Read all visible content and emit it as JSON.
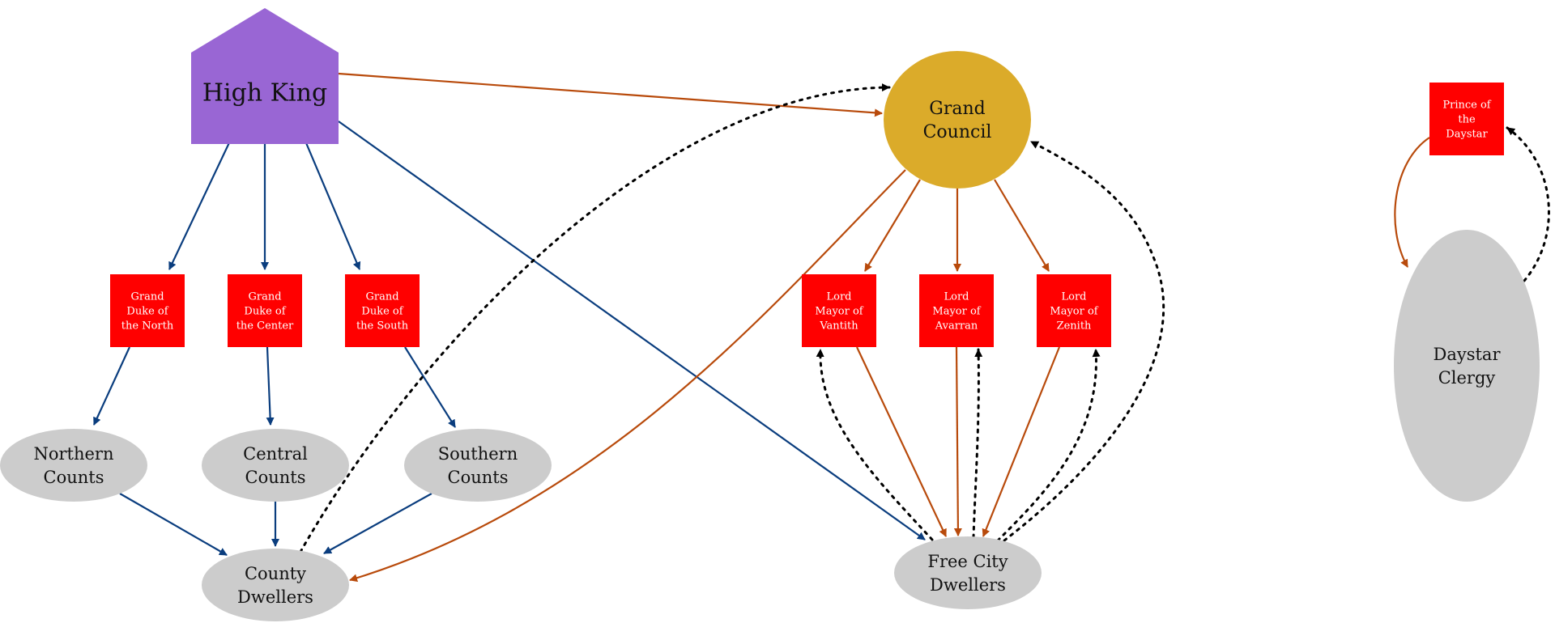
{
  "title": "Realm Hierarchy Diagram",
  "colors": {
    "royal": "#9966d4",
    "council": "#dbab2a",
    "office": "#ff0000",
    "populace": "#cccccc",
    "royal_edge": "#0a3d7e",
    "council_edge": "#b84a0b",
    "feedback_edge": "#000000"
  },
  "nodes": [
    {
      "id": "high_king",
      "label": [
        "High King"
      ],
      "shape": "house",
      "kind": "royal"
    },
    {
      "id": "grand_council",
      "label": [
        "Grand",
        "Council"
      ],
      "shape": "circle",
      "kind": "council"
    },
    {
      "id": "duke_north",
      "label": [
        "Grand",
        "Duke of",
        "the North"
      ],
      "shape": "box",
      "kind": "office"
    },
    {
      "id": "duke_center",
      "label": [
        "Grand",
        "Duke of",
        "the Center"
      ],
      "shape": "box",
      "kind": "office"
    },
    {
      "id": "duke_south",
      "label": [
        "Grand",
        "Duke of",
        "the South"
      ],
      "shape": "box",
      "kind": "office"
    },
    {
      "id": "mayor_vantith",
      "label": [
        "Lord",
        "Mayor of",
        "Vantith"
      ],
      "shape": "box",
      "kind": "office"
    },
    {
      "id": "mayor_avarran",
      "label": [
        "Lord",
        "Mayor of",
        "Avarran"
      ],
      "shape": "box",
      "kind": "office"
    },
    {
      "id": "mayor_zenith",
      "label": [
        "Lord",
        "Mayor of",
        "Zenith"
      ],
      "shape": "box",
      "kind": "office"
    },
    {
      "id": "northern_counts",
      "label": [
        "Northern",
        "Counts"
      ],
      "shape": "ellipse",
      "kind": "populace"
    },
    {
      "id": "central_counts",
      "label": [
        "Central",
        "Counts"
      ],
      "shape": "ellipse",
      "kind": "populace"
    },
    {
      "id": "southern_counts",
      "label": [
        "Southern",
        "Counts"
      ],
      "shape": "ellipse",
      "kind": "populace"
    },
    {
      "id": "county_dwellers",
      "label": [
        "County",
        "Dwellers"
      ],
      "shape": "ellipse",
      "kind": "populace"
    },
    {
      "id": "free_city_dwellers",
      "label": [
        "Free City",
        "Dwellers"
      ],
      "shape": "ellipse",
      "kind": "populace"
    },
    {
      "id": "prince_daystar",
      "label": [
        "Prince of",
        "the",
        "Daystar"
      ],
      "shape": "box",
      "kind": "office"
    },
    {
      "id": "daystar_clergy",
      "label": [
        "Daystar",
        "Clergy"
      ],
      "shape": "ellipse",
      "kind": "populace"
    }
  ],
  "edges": [
    {
      "from": "high_king",
      "to": "grand_council",
      "style": "council"
    },
    {
      "from": "high_king",
      "to": "duke_north",
      "style": "royal"
    },
    {
      "from": "high_king",
      "to": "duke_center",
      "style": "royal"
    },
    {
      "from": "high_king",
      "to": "duke_south",
      "style": "royal"
    },
    {
      "from": "high_king",
      "to": "free_city_dwellers",
      "style": "royal"
    },
    {
      "from": "duke_north",
      "to": "northern_counts",
      "style": "royal"
    },
    {
      "from": "duke_center",
      "to": "central_counts",
      "style": "royal"
    },
    {
      "from": "duke_south",
      "to": "southern_counts",
      "style": "royal"
    },
    {
      "from": "northern_counts",
      "to": "county_dwellers",
      "style": "royal"
    },
    {
      "from": "central_counts",
      "to": "county_dwellers",
      "style": "royal"
    },
    {
      "from": "southern_counts",
      "to": "county_dwellers",
      "style": "royal"
    },
    {
      "from": "county_dwellers",
      "to": "grand_council",
      "style": "feedback"
    },
    {
      "from": "grand_council",
      "to": "county_dwellers",
      "style": "council"
    },
    {
      "from": "grand_council",
      "to": "mayor_vantith",
      "style": "council"
    },
    {
      "from": "grand_council",
      "to": "mayor_avarran",
      "style": "council"
    },
    {
      "from": "grand_council",
      "to": "mayor_zenith",
      "style": "council"
    },
    {
      "from": "mayor_vantith",
      "to": "free_city_dwellers",
      "style": "council"
    },
    {
      "from": "mayor_avarran",
      "to": "free_city_dwellers",
      "style": "council"
    },
    {
      "from": "mayor_zenith",
      "to": "free_city_dwellers",
      "style": "council"
    },
    {
      "from": "free_city_dwellers",
      "to": "mayor_vantith",
      "style": "feedback"
    },
    {
      "from": "free_city_dwellers",
      "to": "mayor_avarran",
      "style": "feedback"
    },
    {
      "from": "free_city_dwellers",
      "to": "mayor_zenith",
      "style": "feedback"
    },
    {
      "from": "free_city_dwellers",
      "to": "grand_council",
      "style": "feedback"
    },
    {
      "from": "prince_daystar",
      "to": "daystar_clergy",
      "style": "council"
    },
    {
      "from": "daystar_clergy",
      "to": "prince_daystar",
      "style": "feedback"
    }
  ]
}
